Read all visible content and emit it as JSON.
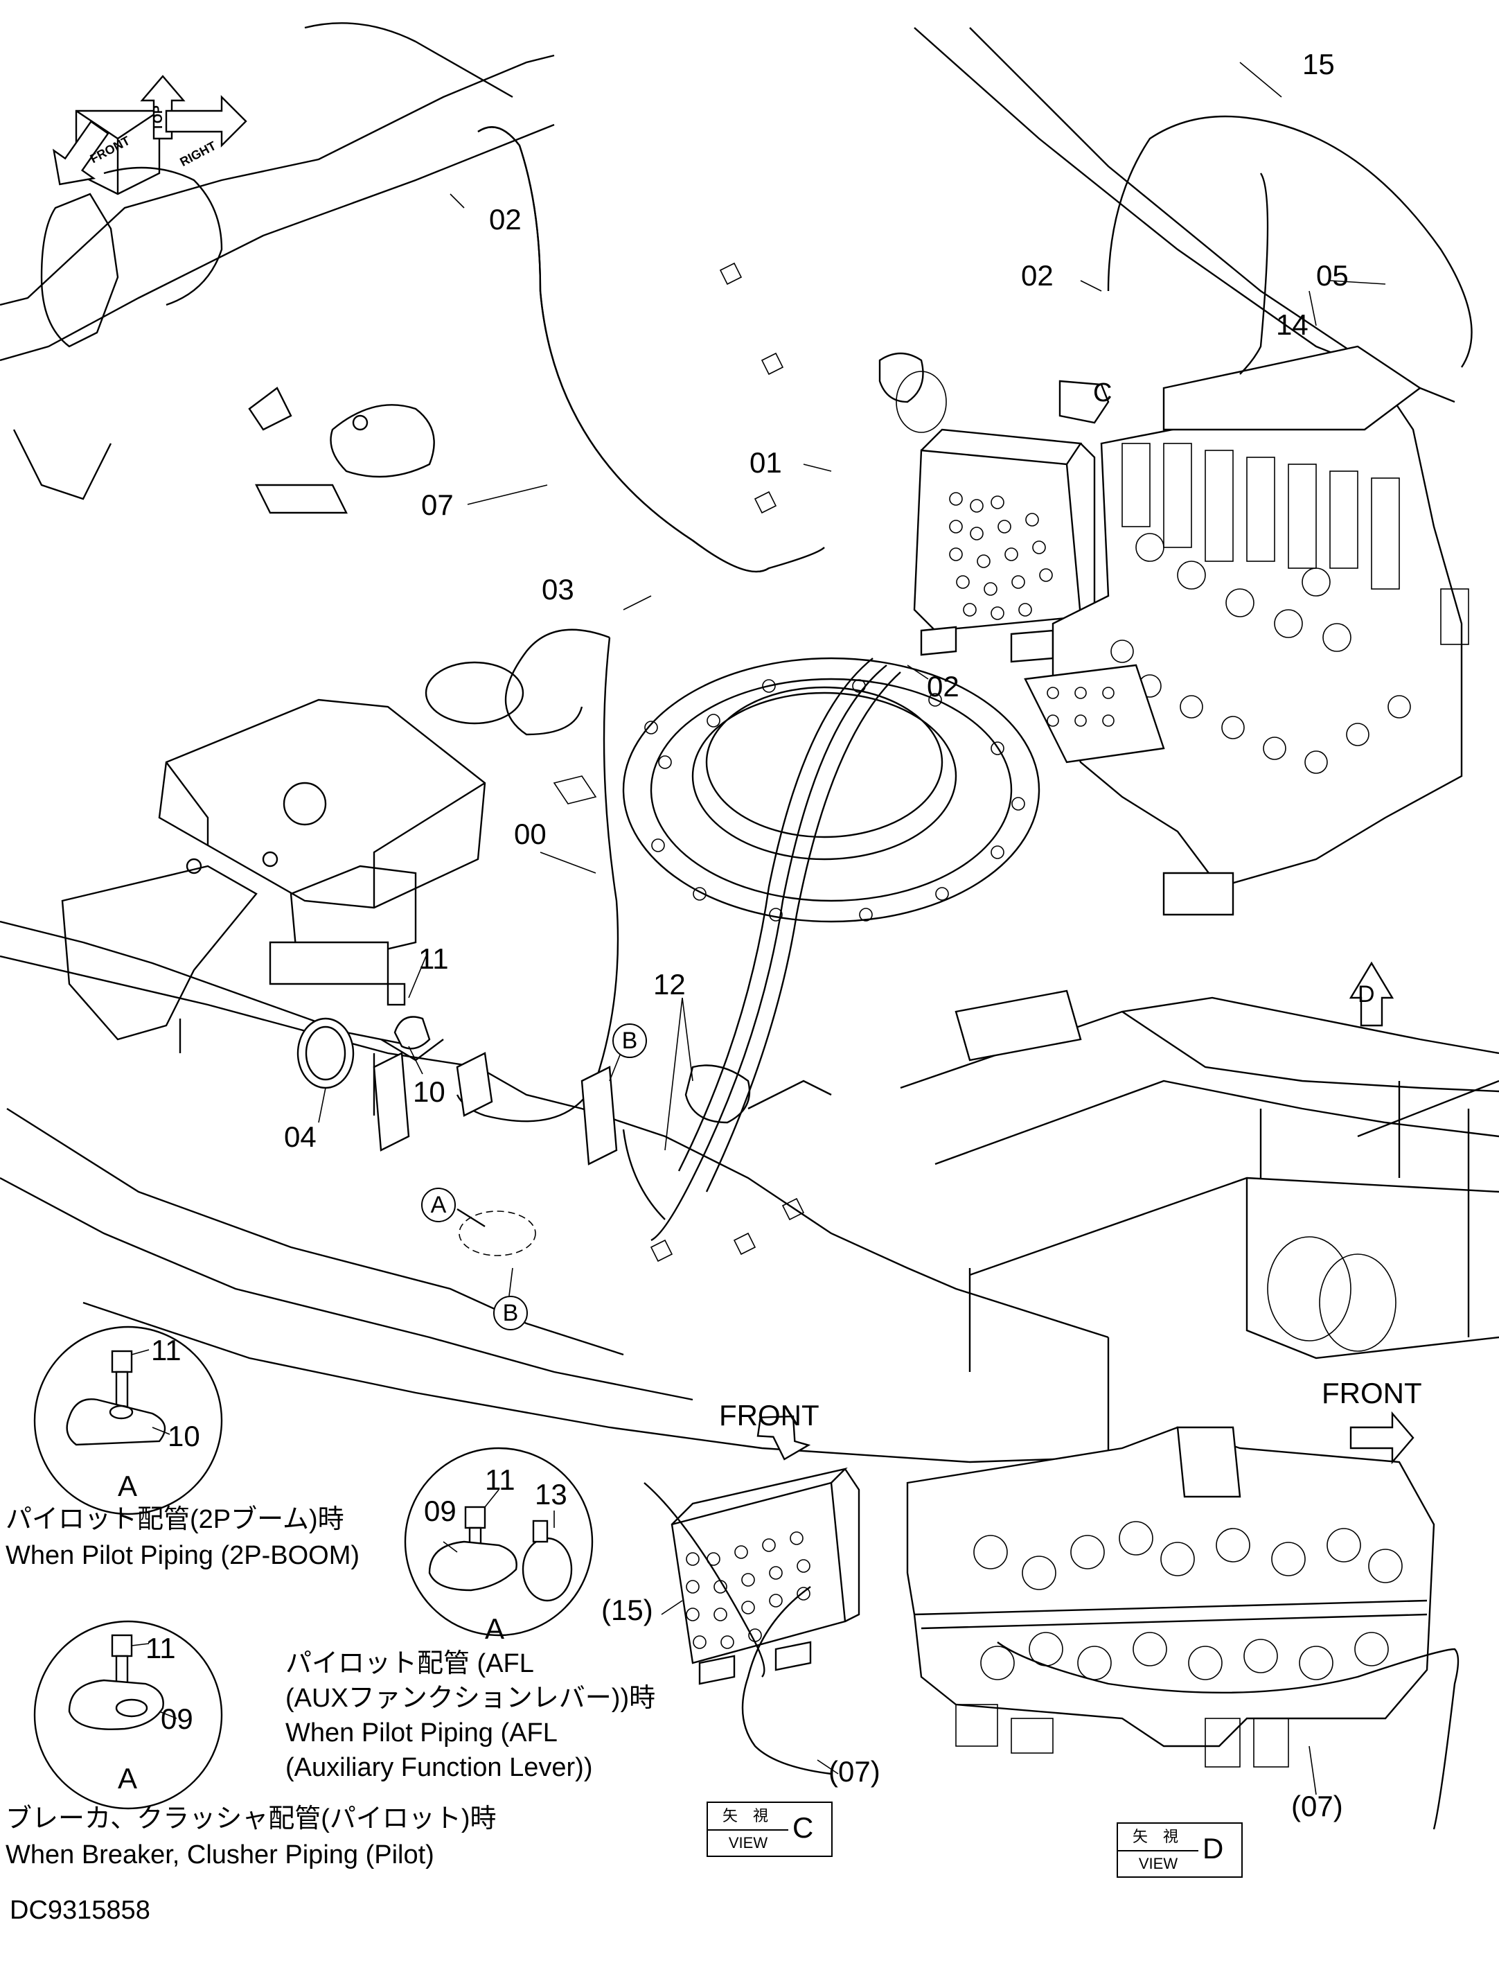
{
  "orientation": {
    "front": "FRONT",
    "top": "TOP",
    "right": "RIGHT"
  },
  "callouts": {
    "c02_a": "02",
    "c02_b": "02",
    "c02_c": "02",
    "c15": "15",
    "c05": "05",
    "c14": "14",
    "c01": "01",
    "c03": "03",
    "c07": "07",
    "c00": "00",
    "c11": "11",
    "c10": "10",
    "c04": "04",
    "c12": "12",
    "detail_a1_11": "11",
    "detail_a1_10": "10",
    "detail_a2_11": "11",
    "detail_a2_09": "09",
    "detail_a3_11": "11",
    "detail_a3_09": "09",
    "detail_a3_13": "13",
    "view_c_15": "(15)",
    "view_c_07": "(07)",
    "view_d_07": "(07)"
  },
  "markers": {
    "a": "A",
    "b": "B",
    "c": "C",
    "d": "D"
  },
  "captions": {
    "a1_jp": "パイロット配管(2Pブーム)時",
    "a1_en": "When Pilot Piping (2P-BOOM)",
    "a3_jp1": "パイロット配管 (AFL",
    "a3_jp2": "(AUXファンクションレバー))時",
    "a3_en1": "When Pilot Piping (AFL",
    "a3_en2": "(Auxiliary Function Lever))",
    "a2_jp": "ブレーカ、クラッシャ配管(パイロット)時",
    "a2_en": "When Breaker, Clusher Piping (Pilot)"
  },
  "views": {
    "front_label": "FRONT",
    "view_jp": "矢 視",
    "view_en": "VIEW",
    "view_c_letter": "C",
    "view_d_letter": "D"
  },
  "drawing_number": "DC9315858"
}
